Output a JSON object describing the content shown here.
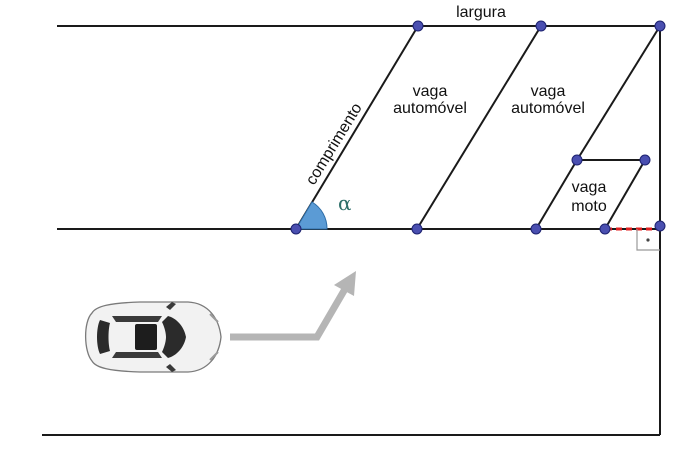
{
  "labels": {
    "width": "largura",
    "length": "comprimento",
    "angle": "α",
    "spot_car_1_line1": "vaga",
    "spot_car_1_line2": "automóvel",
    "spot_car_2_line1": "vaga",
    "spot_car_2_line2": "automóvel",
    "spot_moto_line1": "vaga",
    "spot_moto_line2": "moto"
  },
  "colors": {
    "lines": "#1a1a1a",
    "points": "#4a4fb0",
    "angle_fill": "#5b9bd5",
    "angle_label": "#2e6f6a",
    "dashed_segment": "#e02020",
    "arrow": "#b5b5b5",
    "car_body": "#f2f2f2"
  },
  "icons": {
    "car": "car-top-view-icon",
    "arrow": "direction-arrow-icon",
    "right_angle": "right-angle-marker-icon"
  }
}
